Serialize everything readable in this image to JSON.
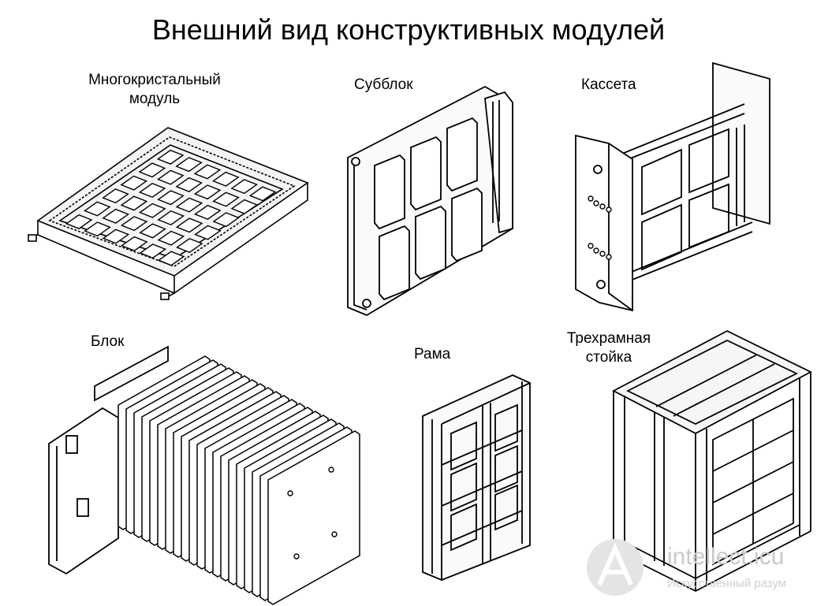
{
  "title": "Внешний вид конструктивных модулей",
  "modules": [
    {
      "id": "multichip",
      "label_lines": [
        "Многокристальный",
        "модуль"
      ]
    },
    {
      "id": "subblock",
      "label_lines": [
        "Субблок"
      ]
    },
    {
      "id": "cassette",
      "label_lines": [
        "Кассета"
      ]
    },
    {
      "id": "block",
      "label_lines": [
        "Блок"
      ]
    },
    {
      "id": "frame",
      "label_lines": [
        "Рама"
      ]
    },
    {
      "id": "rack",
      "label_lines": [
        "Трехрамная",
        "стойка"
      ]
    }
  ],
  "watermark": {
    "text": "intellect.icu",
    "subtitle": "Искусственный разум",
    "color": "#c9c9c9"
  }
}
